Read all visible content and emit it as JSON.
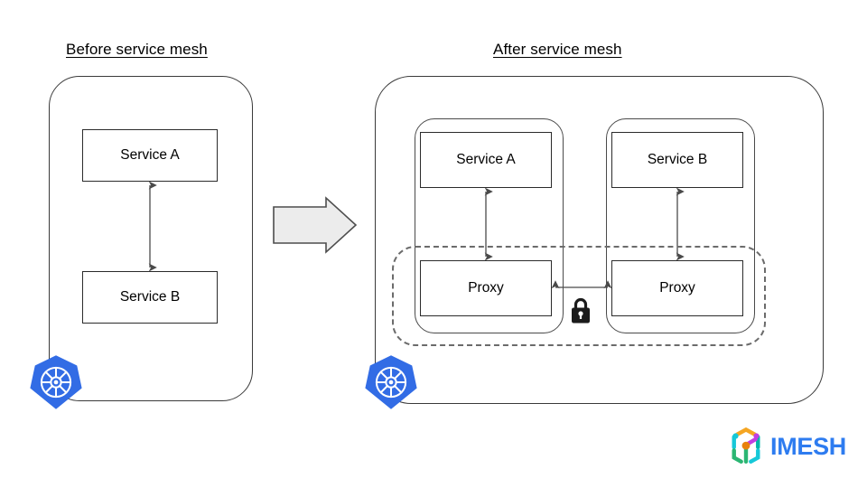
{
  "panels": {
    "before": {
      "title": "Before service mesh",
      "boxes": [
        {
          "label": "Service A"
        },
        {
          "label": "Service B"
        }
      ],
      "connector": "bidirectional-arrow",
      "platform_icon": "kubernetes-icon"
    },
    "after": {
      "title": "After service mesh",
      "pods": [
        {
          "service": {
            "label": "Service A"
          },
          "proxy": {
            "label": "Proxy"
          }
        },
        {
          "service": {
            "label": "Service B"
          },
          "proxy": {
            "label": "Proxy"
          }
        }
      ],
      "mesh_boundary": "dashed-mesh-boundary",
      "secure_icon": "lock-icon",
      "platform_icon": "kubernetes-icon"
    }
  },
  "transition": {
    "icon": "right-arrow-icon"
  },
  "branding": {
    "wordmark": "IMESH",
    "mark_icon": "imesh-cube-icon"
  },
  "colors": {
    "kubernetes_blue": "#326CE5",
    "imesh_blue": "#2E7CF0",
    "arrow_fill": "#ECECEC",
    "arrow_stroke": "#4D4D4D",
    "stroke": "#2B2B2B",
    "dashed_stroke": "#6B6B6B",
    "background": "#FFFFFF"
  }
}
